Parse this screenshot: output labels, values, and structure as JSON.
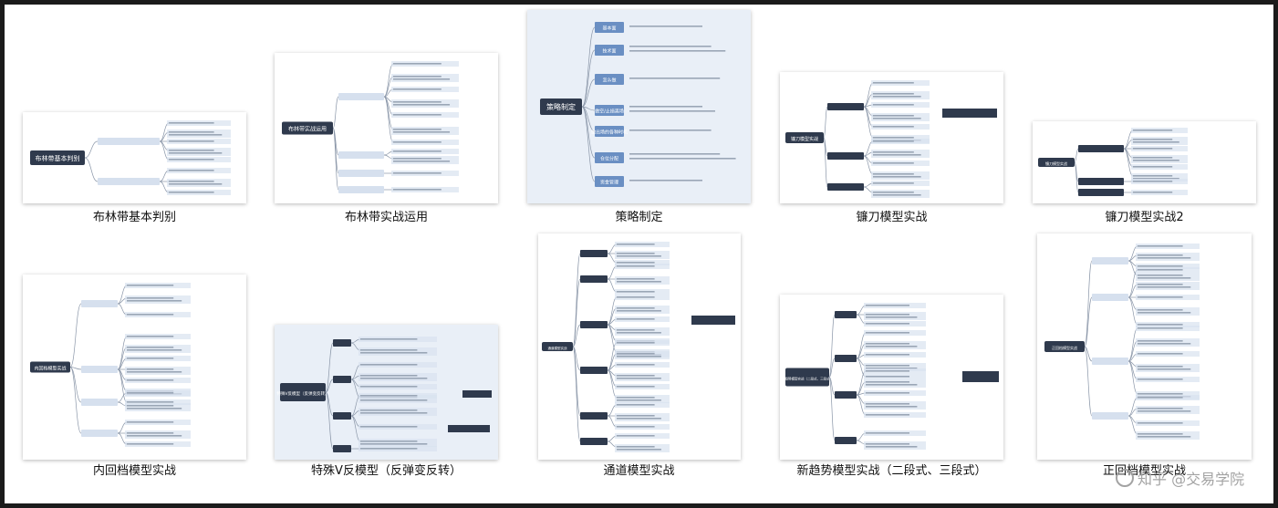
{
  "cards": [
    {
      "caption": "布林带基本判别",
      "root": "布林带基本判别",
      "bg": "white",
      "branches": []
    },
    {
      "caption": "布林带实战运用",
      "root": "布林带实战运用",
      "bg": "white",
      "branches": []
    },
    {
      "caption": "策略制定",
      "root": "策略制定",
      "bg": "blue",
      "branches": [
        "基本面",
        "技术面",
        "怎么做",
        "做空/止损离场",
        "做出场的各种时机",
        "仓位分配",
        "资金管理"
      ]
    },
    {
      "caption": "镰刀模型实战",
      "root": "镰刀模型实战",
      "bg": "white",
      "branches": []
    },
    {
      "caption": "镰刀模型实战2",
      "root": "镰刀模型实战",
      "bg": "white",
      "branches": []
    },
    {
      "caption": "内回档模型实战",
      "root": "内回档模型实战",
      "bg": "white",
      "branches": []
    },
    {
      "caption": "特殊V反模型（反弹变反转）",
      "root": "特殊V反模型（反弹变反转）",
      "bg": "blue",
      "branches": []
    },
    {
      "caption": "通道模型实战",
      "root": "通道模型实战",
      "bg": "white",
      "branches": []
    },
    {
      "caption": "新趋势模型实战（二段式、三段式）",
      "root": "新趋势模型实战（二段式、三段式）",
      "bg": "white",
      "branches": []
    },
    {
      "caption": "正回档模型实战",
      "root": "正回档模型实战",
      "bg": "white",
      "branches": []
    }
  ],
  "watermark": "知乎 @交易学院",
  "colors": {
    "node_dark": "#2f3a4d",
    "node_blue": "#6a8fc3",
    "line": "#8a96a8",
    "leaf": "#d9e2ef"
  }
}
